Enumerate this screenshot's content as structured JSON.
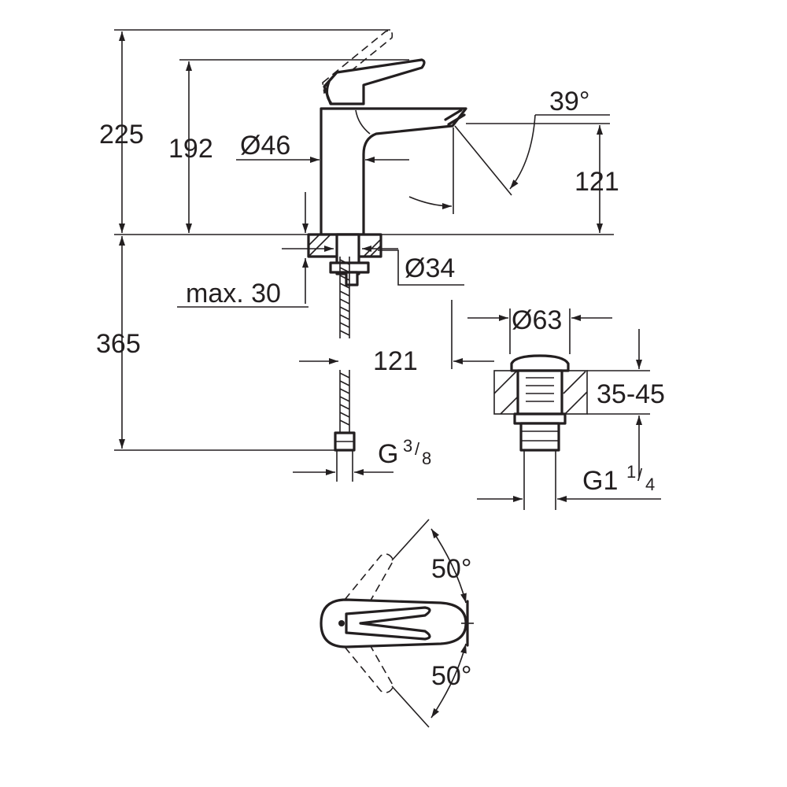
{
  "dimensions": {
    "total_height": "225",
    "spout_height": "192",
    "body_diameter": "Ø46",
    "spout_angle": "39°",
    "outlet_height": "121",
    "thread_diameter": "Ø34",
    "max_deck_thickness": "max. 30",
    "hose_length": "365",
    "spout_reach": "121",
    "waste_diameter": "Ø63",
    "basin_thickness": "35-45",
    "hose_connection": {
      "base": "G",
      "num": "3",
      "den": "8"
    },
    "waste_connection": {
      "base": "G1",
      "num": "1",
      "den": "4"
    },
    "lever_rotation_left": "50°",
    "lever_rotation_right": "50°"
  },
  "colors": {
    "line": "#231f20",
    "background": "#ffffff"
  }
}
